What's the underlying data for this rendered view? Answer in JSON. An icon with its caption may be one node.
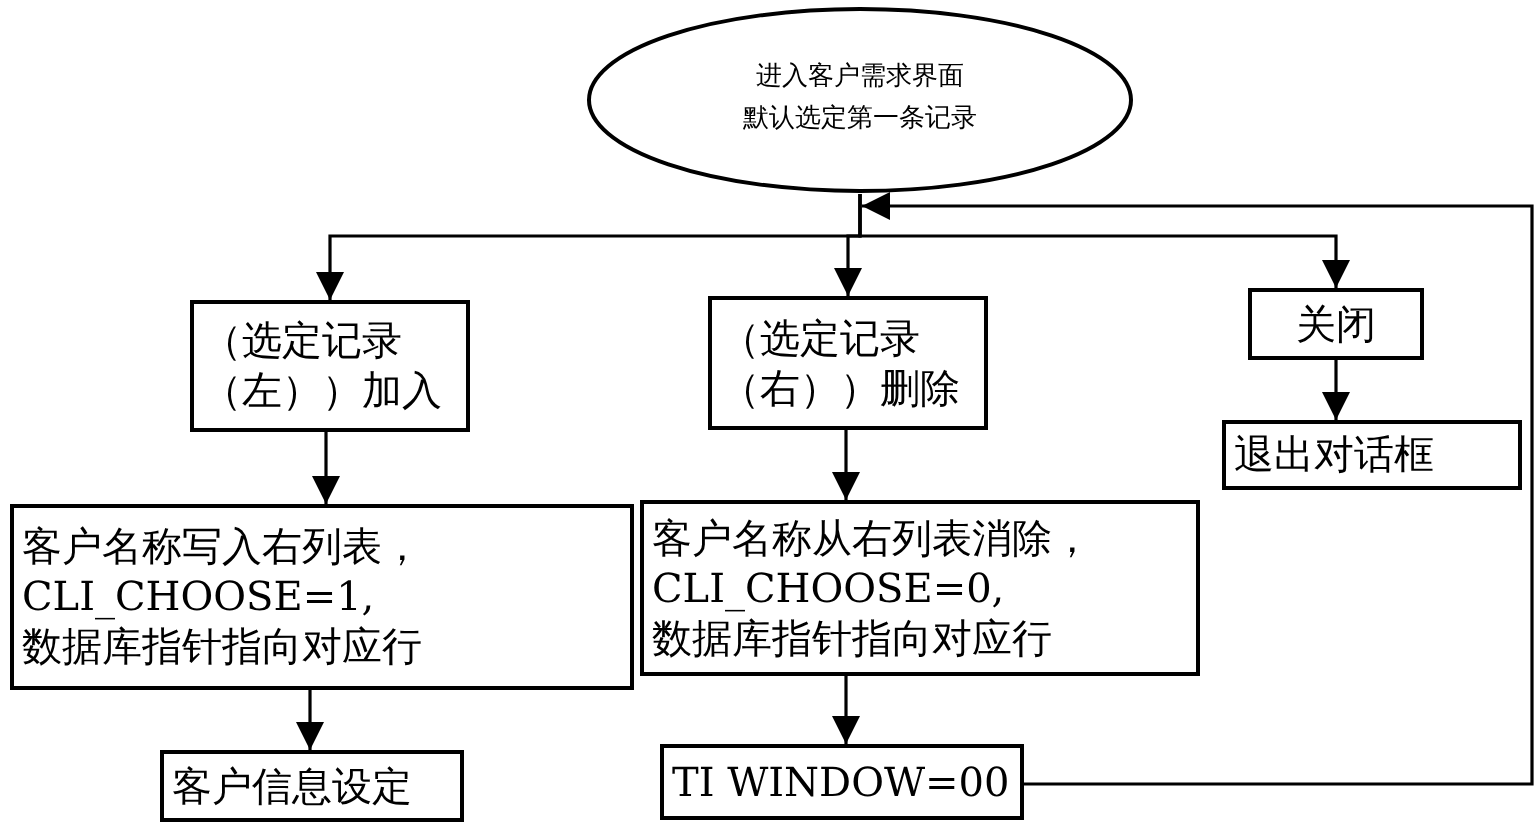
{
  "diagram": {
    "nodes": [
      {
        "text": [
          "进入客户需求界面",
          "默认选定第一条记录"
        ]
      },
      {
        "text": [
          "（选定记录（左））加入"
        ]
      },
      {
        "text": [
          "（选定记录（右））删除"
        ]
      },
      {
        "text": [
          "关闭"
        ]
      },
      {
        "text": [
          "退出对话框"
        ]
      },
      {
        "text": [
          "客户名称写入右列表，",
          "CLI_CHOOSE=1,",
          "数据库指针指向对应行"
        ]
      },
      {
        "text": [
          "客户名称从右列表消除，",
          "CLI_CHOOSE=0,",
          "数据库指针指向对应行"
        ]
      },
      {
        "text": [
          "客户信息设定"
        ]
      },
      {
        "text": [
          "TI WINDOW=00"
        ]
      }
    ],
    "edges": [
      {
        "from": 0,
        "to": 1,
        "arrow": "to"
      },
      {
        "from": 0,
        "to": 2,
        "arrow": "to"
      },
      {
        "from": 0,
        "to": 3,
        "arrow": "to"
      },
      {
        "from": 1,
        "to": 5,
        "arrow": "to"
      },
      {
        "from": 2,
        "to": 6,
        "arrow": "to"
      },
      {
        "from": 3,
        "to": 4,
        "arrow": "to"
      },
      {
        "from": 5,
        "to": 7,
        "arrow": "to"
      },
      {
        "from": 6,
        "to": 8,
        "arrow": "to"
      },
      {
        "from": 8,
        "to": 0,
        "arrow": "to"
      }
    ]
  }
}
